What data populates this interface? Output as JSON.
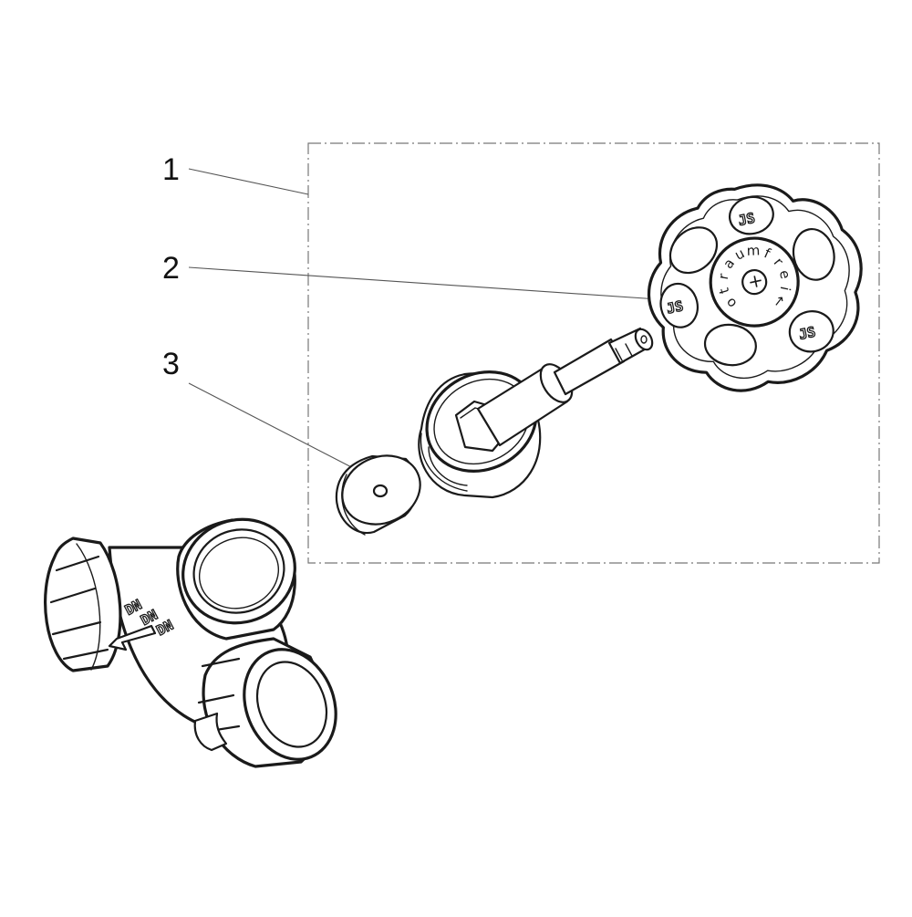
{
  "diagram": {
    "callouts": [
      {
        "id": "1",
        "label": "1"
      },
      {
        "id": "2",
        "label": "2"
      },
      {
        "id": "3",
        "label": "3"
      }
    ],
    "handwheel": {
      "center_label": "+",
      "ring_text": [
        "o",
        "t",
        "r",
        "a",
        "u",
        "m",
        "f",
        "r",
        "e",
        "i",
        "←"
      ],
      "hub_marks": [
        "JS",
        "JS",
        "JS"
      ]
    },
    "valve_body": {
      "markings": [
        "DN",
        "DN",
        "DN"
      ]
    }
  }
}
